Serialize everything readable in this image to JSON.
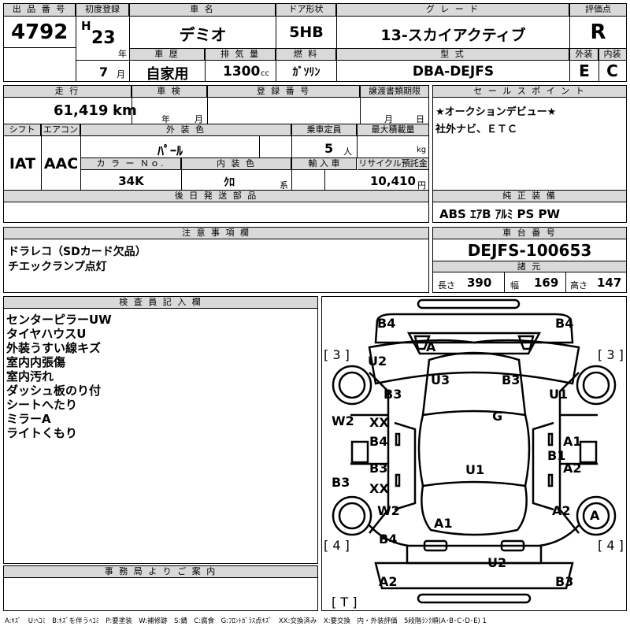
{
  "header": {
    "lot_no_label": "出 品 番 号",
    "lot_no": "4792",
    "first_reg_label": "初度登録",
    "era": "H",
    "year": "23",
    "year_unit": "年",
    "month": "7",
    "month_unit": "月",
    "car_name_label": "車 名",
    "car_name": "デミオ",
    "door_label": "ドア形状",
    "door": "5HB",
    "grade_label": "グ レ ー ド",
    "grade": "13-スカイアクティブ",
    "score_label": "評価点",
    "score": "R",
    "history_label": "車 歴",
    "history": "自家用",
    "displacement_label": "排 気 量",
    "displacement": "1300",
    "cc_unit": "cc",
    "fuel_label": "燃 料",
    "fuel": "ｶﾞｿﾘﾝ",
    "model_label": "型 式",
    "model": "DBA-DEJFS",
    "exterior_label": "外装",
    "exterior": "E",
    "interior_label": "内装",
    "interior": "C"
  },
  "row2": {
    "mileage_label": "走 行",
    "mileage": "61,419",
    "km_unit": "km",
    "inspection_label": "車 検",
    "insp_year_unit": "年",
    "insp_month_unit": "月",
    "plate_label": "登 録 番 号",
    "doc_label": "譲渡書類期限",
    "doc_month_unit": "月",
    "doc_day_unit": "日",
    "shift_label": "シフト",
    "shift": "IAT",
    "ac_label": "エアコン",
    "ac": "AAC",
    "color_label": "外 装 色",
    "color": "ﾊﾟｰﾙ",
    "capacity_label": "乗車定員",
    "capacity": "5",
    "capacity_unit": "人",
    "load_label": "最大積載量",
    "load_unit": "kg",
    "color_no_label": "カ ラ ー Ｎｏ.",
    "color_no": "34K",
    "int_color_label": "内 装 色",
    "int_color": "ｸﾛ",
    "int_color_unit": "系",
    "import_label": "輸 入 車",
    "recycle_label": "リサイクル預託金",
    "recycle": "10,410",
    "recycle_unit": "円",
    "later_parts_label": "後 日 発 送 部 品"
  },
  "sales": {
    "label": "セ ー ル ス ポ イ ン ト",
    "lines": [
      "★オークションデビュー★",
      "社外ナビ、ＥＴＣ"
    ]
  },
  "equipment": {
    "label": "純 正 装 備",
    "value": "ABS ｴｱB ｱﾙﾐ PS PW"
  },
  "notes": {
    "label": "注 意 事 項 欄",
    "lines": [
      "ドラレコ（SDカード欠品）",
      "チエックランプ点灯"
    ]
  },
  "chassis": {
    "label": "車 台 番 号",
    "value": "DEJFS-100653",
    "dims_label": "諸 元",
    "length_label": "長さ",
    "length": "390",
    "width_label": "幅",
    "width": "169",
    "height_label": "高さ",
    "height": "147"
  },
  "inspector": {
    "label": "検 査 員 記 入 欄",
    "lines": [
      "センターピラーUW",
      "タイヤハウスU",
      "外装うすい線キズ",
      "室内内張傷",
      "室内汚れ",
      "ダッシュ板のり付",
      "シートへたり",
      "ミラーA",
      "ライトくもり"
    ]
  },
  "office": {
    "label": "事 務 局 よ り ご 案 内"
  },
  "diagram": {
    "marks": {
      "b4_tl": "B4",
      "b4_tr": "B4",
      "a_top": "A",
      "tire_tl": "[ 3 ]",
      "tire_tr": "[ 3 ]",
      "u2_l": "U2",
      "u3": "U3",
      "b3_tc": "B3",
      "b3_l": "B3",
      "u1_r": "U1",
      "g": "G",
      "w2_l": "W2",
      "xx_1": "XX",
      "b4_ml": "B4",
      "a1_r": "A1",
      "b1_r": "B1",
      "b3_ml": "B3",
      "u1_c": "U1",
      "a2_r": "A2",
      "b3_lo": "B3",
      "xx_2": "XX",
      "w2_lb": "W2",
      "a2_rb": "A2",
      "a_rb": "A",
      "a1_c": "A1",
      "tire_bl": "[ 4 ]",
      "tire_br": "[ 4 ]",
      "b4_bl": "B4",
      "u2_b": "U2",
      "a2_bl": "A2",
      "b3_br": "B3",
      "t_label": "[ T ]"
    }
  },
  "legend": "A:ｷｽﾞ　U:ﾍｺﾐ　B:ｷｽﾞを伴うﾍｺﾐ　P:要塗装　W:補修跡　S:錆　C:腐食　G:ﾌﾛﾝﾄｶﾞﾗｽ点ｷｽﾞ　XX:交換済み　X:要交換　内・外装評価　5段階ﾗﾝｸ順(A･B･C･D･E) 1"
}
